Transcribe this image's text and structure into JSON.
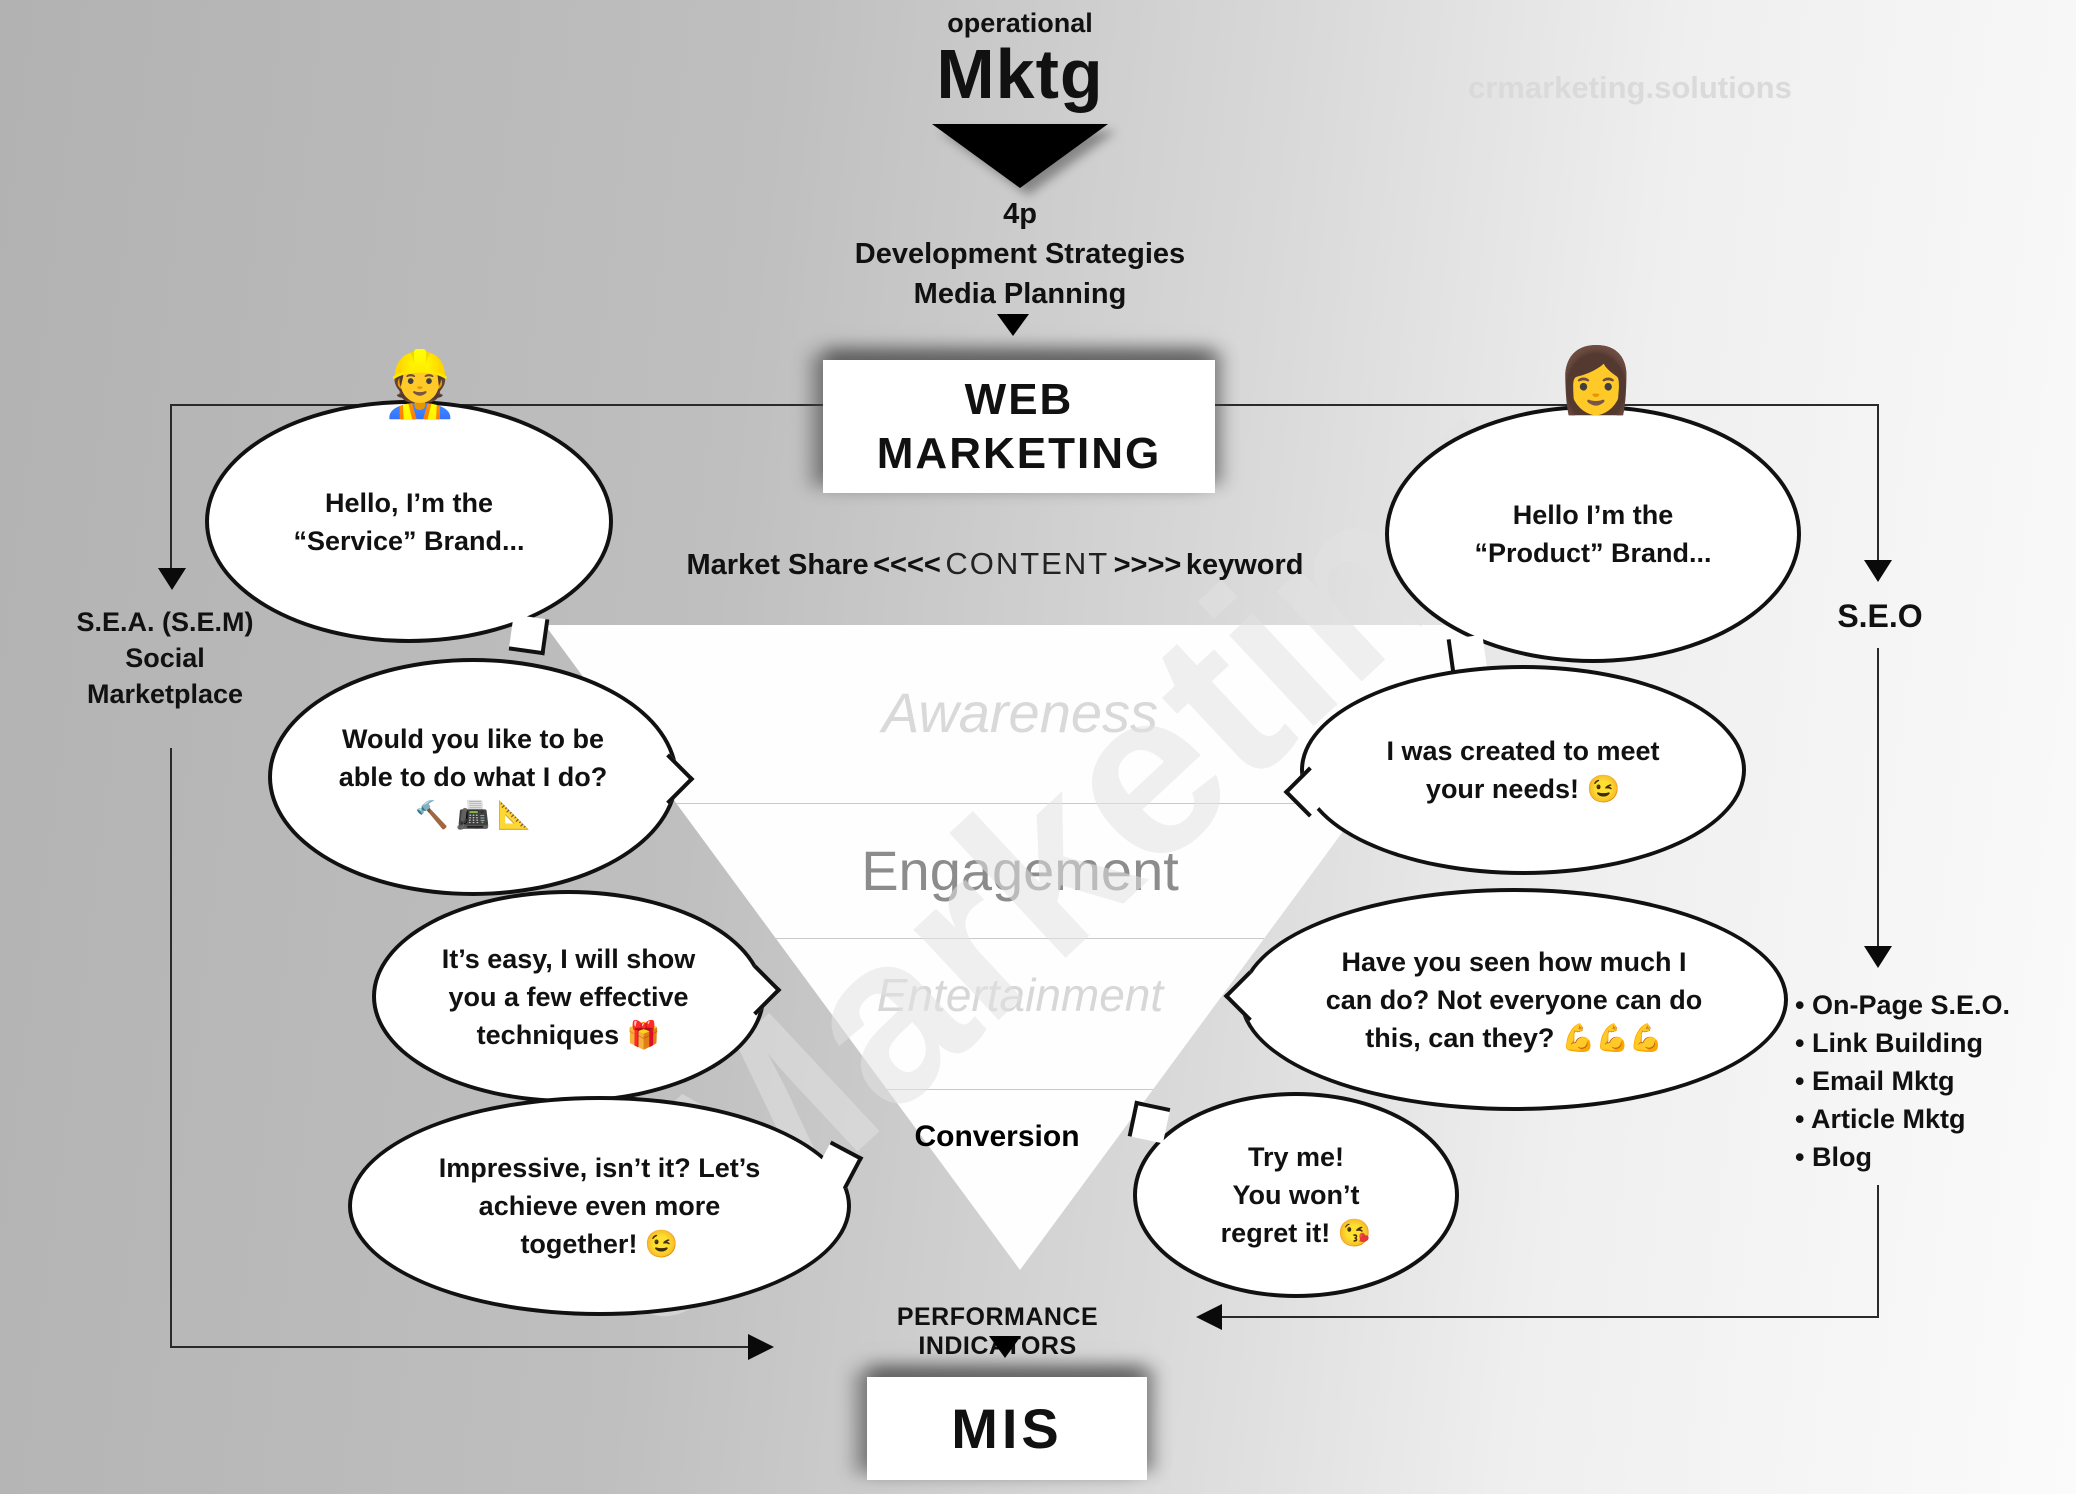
{
  "page": {
    "site_watermark": "crmarketing.solutions",
    "diagonal_watermark": "eMarketing"
  },
  "header": {
    "kicker": "operational",
    "title": "Mktg",
    "steps": [
      "4p",
      "Development Strategies",
      "Media Planning"
    ]
  },
  "web_marketing": {
    "line1": "WEB",
    "line2": "MARKETING"
  },
  "market_content_line": {
    "market_share": "Market Share",
    "left_arrows": "<<<<",
    "content": "CONTENT",
    "right_arrows": ">>>>",
    "keyword": "keyword"
  },
  "funnel": {
    "stages": [
      "Awareness",
      "Engagement",
      "Entertainment",
      "Conversion"
    ]
  },
  "left_channel": {
    "lines": [
      "S.E.A. (S.E.M)",
      "Social",
      "Marketplace"
    ]
  },
  "right_channel": {
    "label": "S.E.O",
    "bullets": [
      "On-Page S.E.O.",
      "Link Building",
      "Email Mktg",
      "Article Mktg",
      "Blog"
    ]
  },
  "service_brand": {
    "persona_emoji": "👷",
    "bubbles": [
      {
        "lines": [
          "Hello, I’m the",
          "“Service” Brand..."
        ]
      },
      {
        "lines": [
          "Would you like to be",
          "able to do what I do?",
          "🔨 📠 📐"
        ]
      },
      {
        "lines": [
          "It’s easy, I will show",
          "you a few effective",
          "techniques 🎁"
        ]
      },
      {
        "lines": [
          "Impressive, isn’t it? Let’s",
          "achieve even more",
          "together! 😉"
        ]
      }
    ]
  },
  "product_brand": {
    "persona_emoji": "👩",
    "bubbles": [
      {
        "lines": [
          "Hello I’m the",
          "“Product” Brand..."
        ]
      },
      {
        "lines": [
          "I was created to meet",
          "your needs! 😉"
        ]
      },
      {
        "lines": [
          "Have you seen how much I",
          "can do? Not everyone can do",
          "this, can they? 💪💪💪"
        ]
      },
      {
        "lines": [
          "Try me!",
          "You won’t",
          "regret it! 😘"
        ]
      }
    ]
  },
  "bottom": {
    "performance_indicators": "PERFORMANCE INDICATORS",
    "mis": "MIS"
  },
  "colors": {
    "background_left": "#b2b2b2",
    "background_right": "#fbfbfb",
    "funnel_fill": "#fefefe",
    "line": "#2a2a2a",
    "stage_awareness": "#d9d9d9",
    "stage_engagement": "#8c8c8c",
    "stage_entertainment": "#d7d7d7",
    "stage_conversion": "#000000"
  }
}
